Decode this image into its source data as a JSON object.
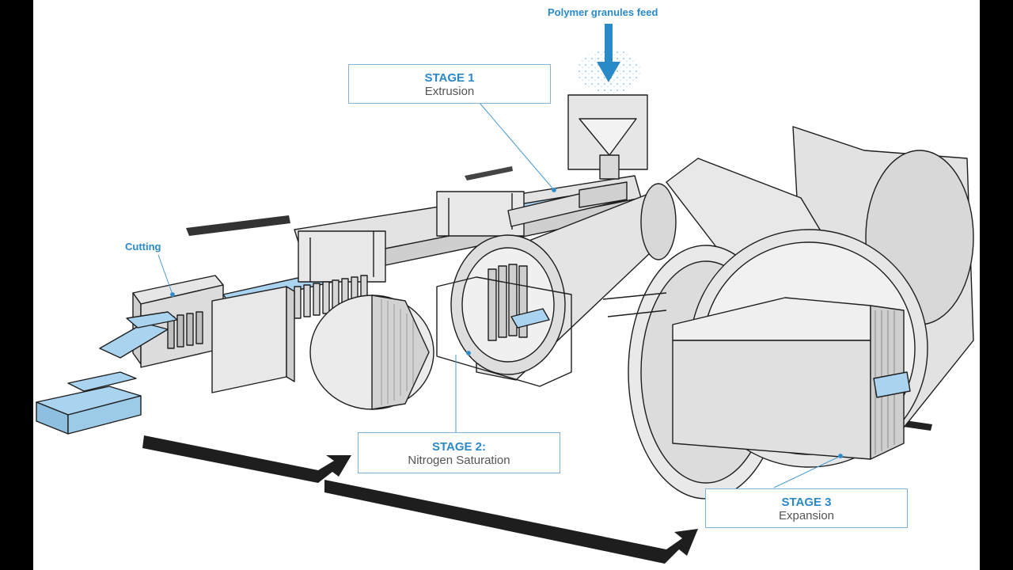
{
  "feed_label": "Polymer granules feed",
  "cutting_label": "Cutting",
  "stage1": {
    "title": "STAGE 1",
    "name": "Extrusion"
  },
  "stage2": {
    "title": "STAGE 2:",
    "name": "Nitrogen Saturation"
  },
  "stage3": {
    "title": "STAGE 3",
    "name": "Expansion"
  },
  "colors": {
    "accent_blue": "#2a8ac8",
    "foam_blue": "#a9d3ee",
    "machine_grey": "#e2e2e2",
    "outline": "#1e1e1e",
    "box_border": "#7fb2d6"
  },
  "icons": [
    "down-arrow-icon",
    "flow-arrow-icon"
  ]
}
